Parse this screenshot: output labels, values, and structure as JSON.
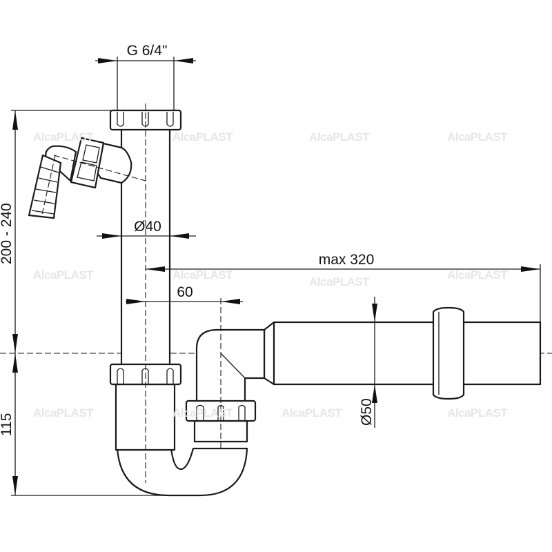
{
  "drawing": {
    "watermark": "AlcaPLAST",
    "dimensions": {
      "thread": "G 6/4\"",
      "pipe_diameter_top": "Ø40",
      "max_length": "max 320",
      "offset": "60",
      "pipe_diameter_outlet": "Ø50",
      "height_range": "200 - 240",
      "bottom_height": "115"
    }
  }
}
